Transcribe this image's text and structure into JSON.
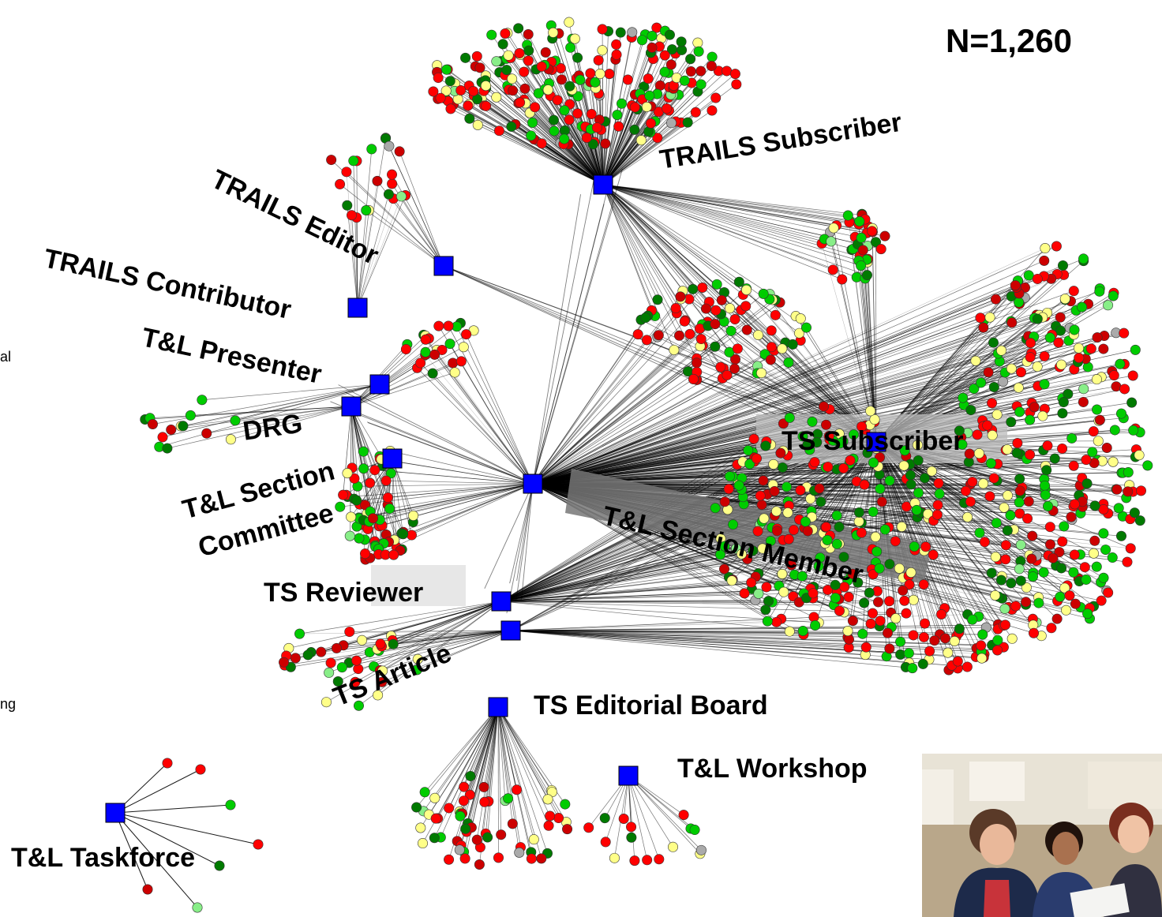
{
  "count_label": "N=1,260",
  "left_edge_fragments": [
    "al",
    "ng"
  ],
  "roles": [
    {
      "key": "trails_subscriber",
      "label": "TRAILS Subscriber"
    },
    {
      "key": "trails_editor",
      "label": "TRAILS Editor"
    },
    {
      "key": "trails_contributor",
      "label": "TRAILS Contributor"
    },
    {
      "key": "tl_presenter",
      "label": "T&L Presenter"
    },
    {
      "key": "drg",
      "label": "DRG"
    },
    {
      "key": "tl_section_committee",
      "label": "T&L Section",
      "label2": "Committee"
    },
    {
      "key": "tl_section_member",
      "label": "T&L Section Member"
    },
    {
      "key": "ts_subscriber",
      "label": "TS Subscriber"
    },
    {
      "key": "ts_reviewer",
      "label": "TS Reviewer"
    },
    {
      "key": "ts_article",
      "label": "TS Article"
    },
    {
      "key": "ts_editorial_board",
      "label": "TS Editorial Board"
    },
    {
      "key": "tl_workshop",
      "label": "T&L Workshop"
    },
    {
      "key": "tl_taskforce",
      "label": "T&L Taskforce"
    }
  ],
  "colors": {
    "hub": "#0000ff",
    "node_palette": [
      "#ff0000",
      "#cc0000",
      "#00cc00",
      "#007a00",
      "#ffff88",
      "#aaaaaa",
      "#88ee88"
    ],
    "edge": "#000000"
  },
  "photo": {
    "description_icon": "photo-icon"
  }
}
